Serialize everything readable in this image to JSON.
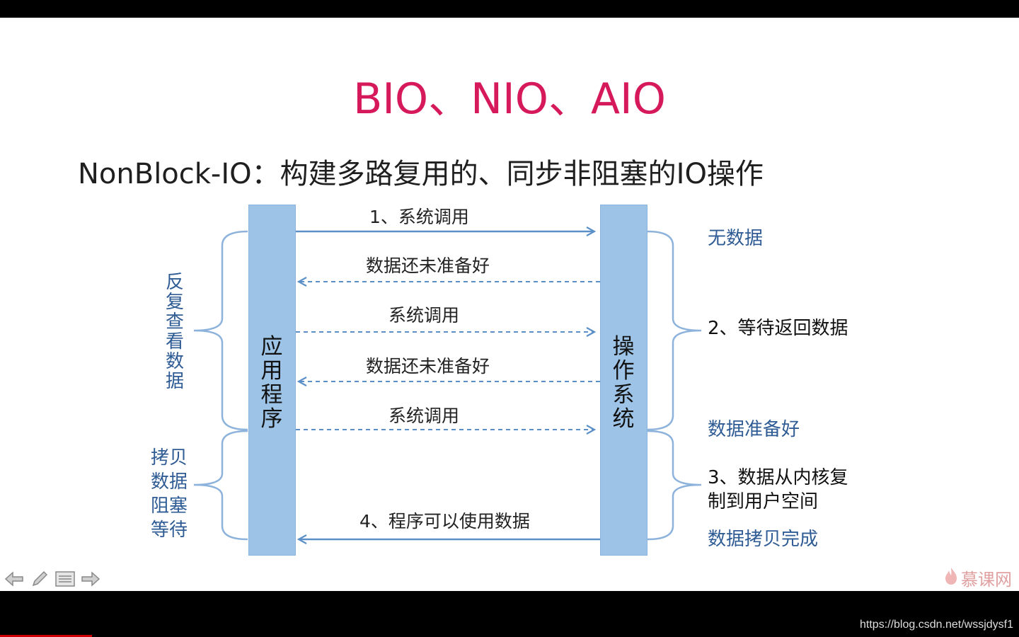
{
  "slide": {
    "title": "BIO、NIO、AIO",
    "subtitle": "NonBlock-IO：构建多路复用的、同步非阻塞的IO操作"
  },
  "diagram": {
    "left_bar_label": "应用程序",
    "right_bar_label": "操作系统",
    "messages": [
      {
        "label": "1、系统调用",
        "direction": "right",
        "style": "solid"
      },
      {
        "label": "数据还未准备好",
        "direction": "left",
        "style": "dashed"
      },
      {
        "label": "系统调用",
        "direction": "right",
        "style": "dashed"
      },
      {
        "label": "数据还未准备好",
        "direction": "left",
        "style": "dashed"
      },
      {
        "label": "系统调用",
        "direction": "right",
        "style": "dashed"
      },
      {
        "label": "4、程序可以使用数据",
        "direction": "left",
        "style": "solid"
      }
    ],
    "left_brackets": {
      "poll_label": "反复查看数据",
      "copy_label_lines": [
        "拷贝",
        "数据",
        "阻塞",
        "等待"
      ]
    },
    "right_labels": {
      "no_data": "无数据",
      "wait": "2、等待返回数据",
      "ready": "数据准备好",
      "copy_lines": [
        "3、数据从内核复",
        "制到用户空间"
      ],
      "copy_done": "数据拷贝完成"
    }
  },
  "colors": {
    "title": "#d6195a",
    "bar": "#9dc3e6",
    "arrow": "#5b8fc7",
    "bracket": "#8db3dc",
    "label_blue": "#2f5c94"
  },
  "toolbar": {
    "icons": [
      "arrow-left-icon",
      "pen-icon",
      "menu-icon",
      "arrow-right-icon"
    ]
  },
  "watermark": {
    "logo_text": "慕课网",
    "url": "https://blog.csdn.net/wssjdysf1"
  }
}
